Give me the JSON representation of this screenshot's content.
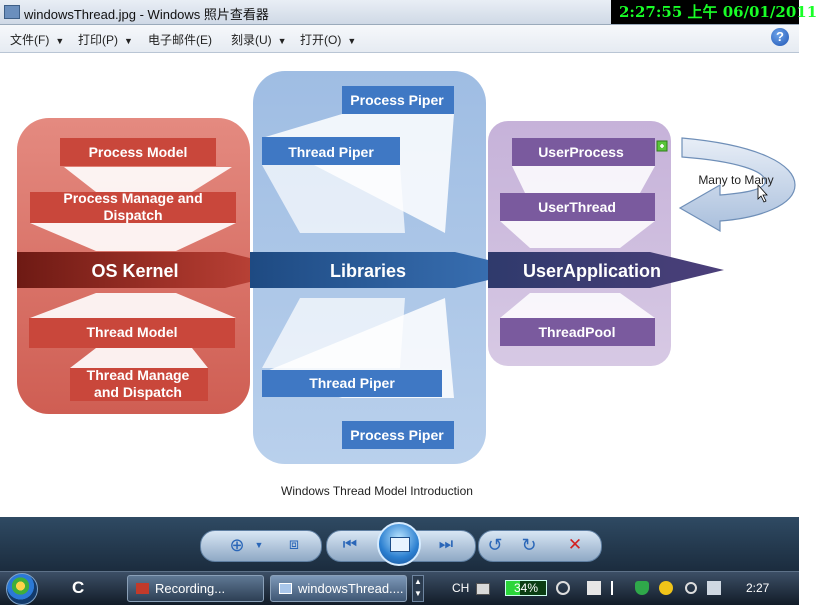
{
  "window": {
    "title": "windowsThread.jpg - Windows 照片查看器",
    "clock_overlay": "2:27:55 上午 06/01/2011"
  },
  "menu": {
    "items": [
      {
        "label": "文件(F)",
        "has_arrow": true
      },
      {
        "label": "打印(P)",
        "has_arrow": true
      },
      {
        "label": "电子邮件(E)",
        "has_arrow": false
      },
      {
        "label": "刻录(U)",
        "has_arrow": true
      },
      {
        "label": "打开(O)",
        "has_arrow": true
      }
    ],
    "arrow_glyph": "▼",
    "help_glyph": "?"
  },
  "diagram": {
    "os_kernel": {
      "label": "OS Kernel",
      "process_model": "Process Model",
      "process_manage_line1": "Process Manage and",
      "process_manage_line2": "Dispatch",
      "thread_model": "Thread Model",
      "thread_manage_line1": "Thread Manage",
      "thread_manage_line2": "and Dispatch"
    },
    "libraries": {
      "label": "Libraries",
      "process_piper_top": "Process Piper",
      "thread_piper_top": "Thread Piper",
      "thread_piper_bottom": "Thread Piper",
      "process_piper_bottom": "Process Piper"
    },
    "user_application": {
      "label": "UserApplication",
      "user_process": "UserProcess",
      "user_thread": "UserThread",
      "thread_pool": "ThreadPool"
    },
    "mapping_label": "Many to Many",
    "caption": "Windows Thread Model Introduction",
    "colors": {
      "kernel_panel": "#d9756b",
      "kernel_box": "#c9473b",
      "library_panel": "#a8c2e2",
      "library_box": "#3f78c4",
      "user_panel": "#c9b4d8",
      "user_box": "#7a5a9e",
      "arrow_kernel": "#9c2a22",
      "arrow_library": "#2a5c98",
      "arrow_user": "#4a3d78"
    }
  },
  "controls": {
    "zoom_glyph": "⊕",
    "fit_glyph": "⧈",
    "prev_glyph": "⏮",
    "next_glyph": "⏭",
    "rotate_ccw_glyph": "↺",
    "rotate_cw_glyph": "↻",
    "delete_glyph": "✕"
  },
  "taskbar": {
    "quick_launch_glyph": "C",
    "tasks": [
      {
        "label": "Recording..."
      },
      {
        "label": "windowsThread...."
      }
    ],
    "language": "CH",
    "battery_percent": 34,
    "battery_label": "34%",
    "time": "2:27"
  }
}
